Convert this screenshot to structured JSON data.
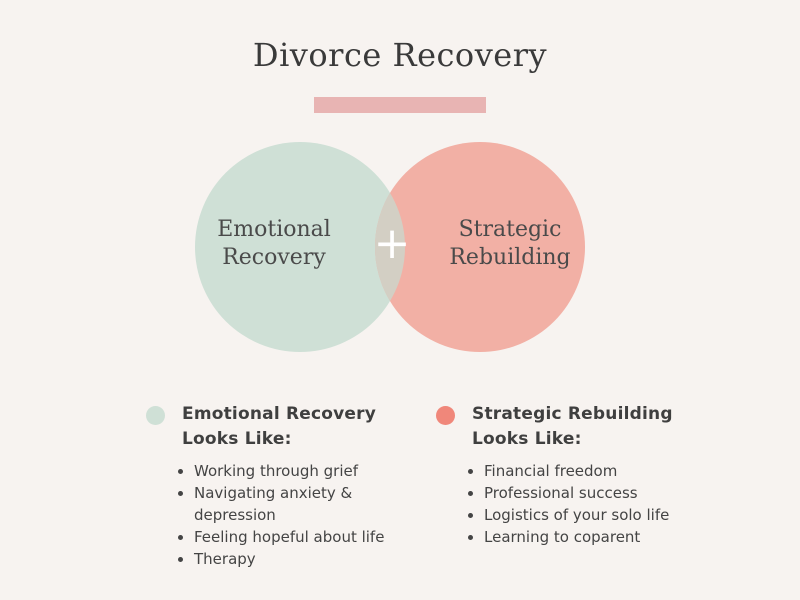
{
  "title": "Divorce Recovery",
  "colors": {
    "background": "#f7f3f0",
    "accent_bar": "#e8b4b3",
    "emotional": "#cfe0d6",
    "strategic": "#f2b0a5",
    "overlap": "#d3cfc4",
    "legend_emotional": "#cfe0d6",
    "legend_strategic": "#f0877a"
  },
  "venn": {
    "left_label": [
      "Emotional",
      "Recovery"
    ],
    "right_label": [
      "Strategic",
      "Rebuilding"
    ],
    "overlap_symbol": "+"
  },
  "emotional": {
    "heading": [
      "Emotional Recovery",
      "Looks Like:"
    ],
    "items": [
      "Working through grief",
      "Navigating anxiety & depression",
      "Feeling hopeful about life",
      "Therapy"
    ]
  },
  "strategic": {
    "heading": [
      "Strategic Rebuilding",
      "Looks Like:"
    ],
    "items": [
      "Financial freedom",
      "Professional success",
      "Logistics of your solo life",
      "Learning to coparent"
    ]
  }
}
